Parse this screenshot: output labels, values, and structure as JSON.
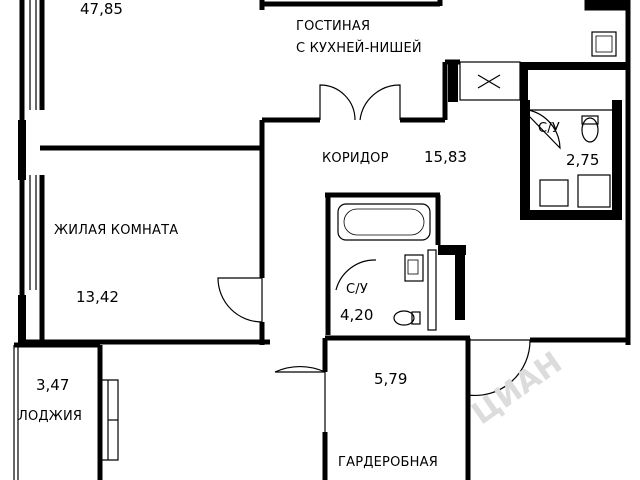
{
  "rooms": {
    "living_area": "47,85",
    "living_name_1": "ГОСТИНАЯ",
    "living_name_2": "С КУХНЕЙ-НИШЕЙ",
    "corridor_name": "КОРИДОР",
    "corridor_area": "15,83",
    "wc_small_name": "С/У",
    "wc_small_area": "2,75",
    "bedroom_name": "ЖИЛАЯ КОМНАТА",
    "bedroom_area": "13,42",
    "bath_name": "С/У",
    "bath_area": "4,20",
    "loggia_area": "3,47",
    "loggia_name": "ЛОДЖИЯ",
    "wardrobe_area": "5,79",
    "wardrobe_name": "ГАРДЕРОБНАЯ"
  },
  "watermark": "ЦИАН",
  "colors": {
    "wall": "#000000",
    "background": "#ffffff",
    "watermark": "#dcdcdc"
  }
}
